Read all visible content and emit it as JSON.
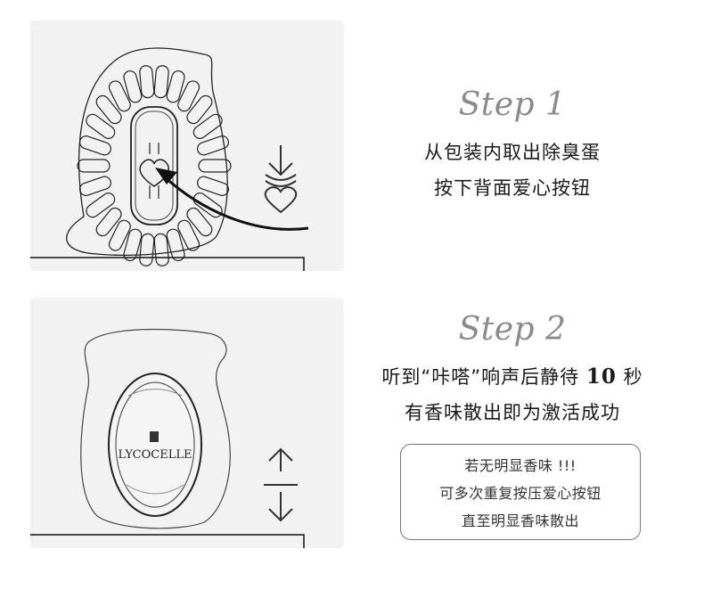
{
  "step1": {
    "title": "Step 1",
    "lines": [
      "从包装内取出除臭蛋",
      "按下背面爱心按钮"
    ]
  },
  "step2": {
    "title": "Step 2",
    "line1_before": "听到“咔嗒”响声后静待",
    "line1_number": "10",
    "line1_after": "秒",
    "line2": "有香味散出即为激活成功",
    "note": [
      "若无明显香味 !!!",
      "可多次重复按压爱心按钮",
      "直至明显香味散出"
    ]
  },
  "product_logo": "LYCOCELLE",
  "colors": {
    "panel_bg": "#f2f2f2",
    "step_title": "#8a8a8a",
    "text": "#1a1a1a"
  }
}
